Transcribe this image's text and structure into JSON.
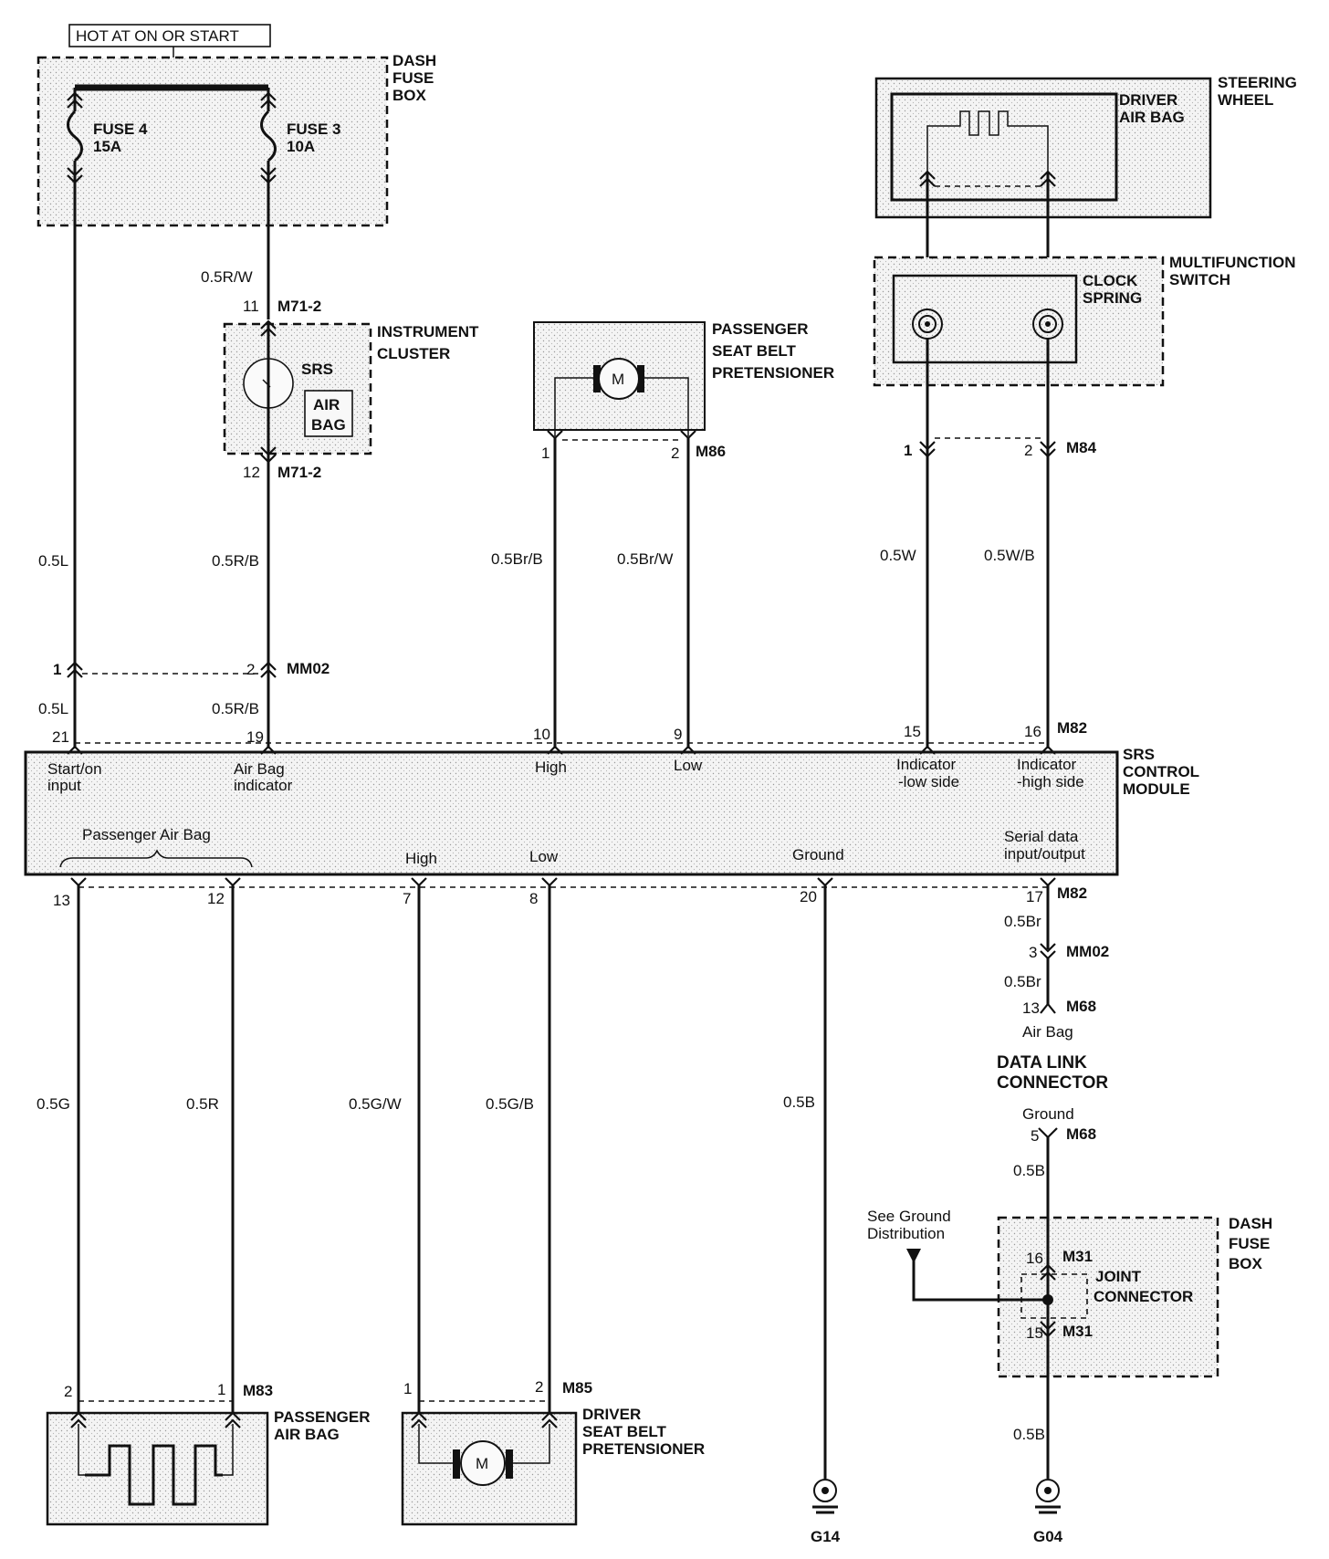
{
  "header": {
    "hot_label": "HOT AT ON OR START"
  },
  "dash_fuse_box_top": {
    "name_l1": "DASH",
    "name_l2": "FUSE",
    "name_l3": "BOX",
    "fuse4_name": "FUSE 4",
    "fuse4_rating": "15A",
    "fuse3_name": "FUSE 3",
    "fuse3_rating": "10A"
  },
  "instrument_cluster": {
    "name_l1": "INSTRUMENT",
    "name_l2": "CLUSTER",
    "srs_label": "SRS",
    "air_label": "AIR",
    "bag_label": "BAG",
    "pin_top": "11",
    "conn_top": "M71-2",
    "pin_bottom": "12",
    "conn_bottom": "M71-2"
  },
  "passenger_pretensioner": {
    "name_l1": "PASSENGER",
    "name_l2": "SEAT BELT",
    "name_l3": "PRETENSIONER",
    "motor_label": "M",
    "pin1": "1",
    "pin2": "2",
    "conn": "M86"
  },
  "steering_wheel": {
    "name_l1": "STEERING",
    "name_l2": "WHEEL",
    "airbag_l1": "DRIVER",
    "airbag_l2": "AIR BAG"
  },
  "multifunction_switch": {
    "name_l1": "MULTIFUNCTION",
    "name_l2": "SWITCH",
    "clock_l1": "CLOCK",
    "clock_l2": "SPRING",
    "pin1": "1",
    "pin2": "2",
    "conn": "M84"
  },
  "wires": {
    "w_05RW": "0.5R/W",
    "w_05L_a": "0.5L",
    "w_05RB_a": "0.5R/B",
    "w_05L_b": "0.5L",
    "w_05RB_b": "0.5R/B",
    "w_05BrB": "0.5Br/B",
    "w_05BrW": "0.5Br/W",
    "w_05W": "0.5W",
    "w_05WB": "0.5W/B",
    "w_05G": "0.5G",
    "w_05R": "0.5R",
    "w_05GW": "0.5G/W",
    "w_05GB": "0.5G/B",
    "w_05B_g14": "0.5B",
    "w_05Br_a": "0.5Br",
    "w_05Br_b": "0.5Br",
    "w_05B_dlc": "0.5B",
    "w_05B_g04": "0.5B"
  },
  "mm02_connector": {
    "pin1": "1",
    "pin2": "2",
    "conn": "MM02"
  },
  "srs_module": {
    "name_l1": "SRS",
    "name_l2": "CONTROL",
    "name_l3": "MODULE",
    "top_pins": [
      "21",
      "19",
      "10",
      "9",
      "15",
      "16"
    ],
    "top_conn": "M82",
    "startOn_l1": "Start/on",
    "startOn_l2": "input",
    "airbagInd_l1": "Air Bag",
    "airbagInd_l2": "indicator",
    "high_top": "High",
    "low_top": "Low",
    "indLow_l1": "Indicator",
    "indLow_l2": "-low side",
    "indHigh_l1": "Indicator",
    "indHigh_l2": "-high side",
    "passenger_airbag": "Passenger Air Bag",
    "high_bottom": "High",
    "low_bottom": "Low",
    "ground": "Ground",
    "serial_l1": "Serial data",
    "serial_l2": "input/output",
    "bottom_pins": [
      "13",
      "12",
      "7",
      "8",
      "20",
      "17"
    ],
    "bottom_conn": "M82"
  },
  "data_link": {
    "pin_mm02": "3",
    "conn_mm02": "MM02",
    "pin_m68a": "13",
    "conn_m68a": "M68",
    "airbag_label": "Air Bag",
    "name_l1": "DATA LINK",
    "name_l2": "CONNECTOR",
    "ground_label": "Ground",
    "pin_m68b": "5",
    "conn_m68b": "M68"
  },
  "dash_fuse_box_bottom": {
    "name_l1": "DASH",
    "name_l2": "FUSE",
    "name_l3": "BOX",
    "see_l1": "See Ground",
    "see_l2": "Distribution",
    "pin16": "16",
    "conn16": "M31",
    "joint_l1": "JOINT",
    "joint_l2": "CONNECTOR",
    "pin15": "15",
    "conn15": "M31"
  },
  "passenger_airbag": {
    "name_l1": "PASSENGER",
    "name_l2": "AIR BAG",
    "pin2": "2",
    "pin1": "1",
    "conn": "M83"
  },
  "driver_pretensioner": {
    "name_l1": "DRIVER",
    "name_l2": "SEAT BELT",
    "name_l3": "PRETENSIONER",
    "motor_label": "M",
    "pin1": "1",
    "pin2": "2",
    "conn": "M85"
  },
  "grounds": {
    "g14": "G14",
    "g04": "G04"
  }
}
